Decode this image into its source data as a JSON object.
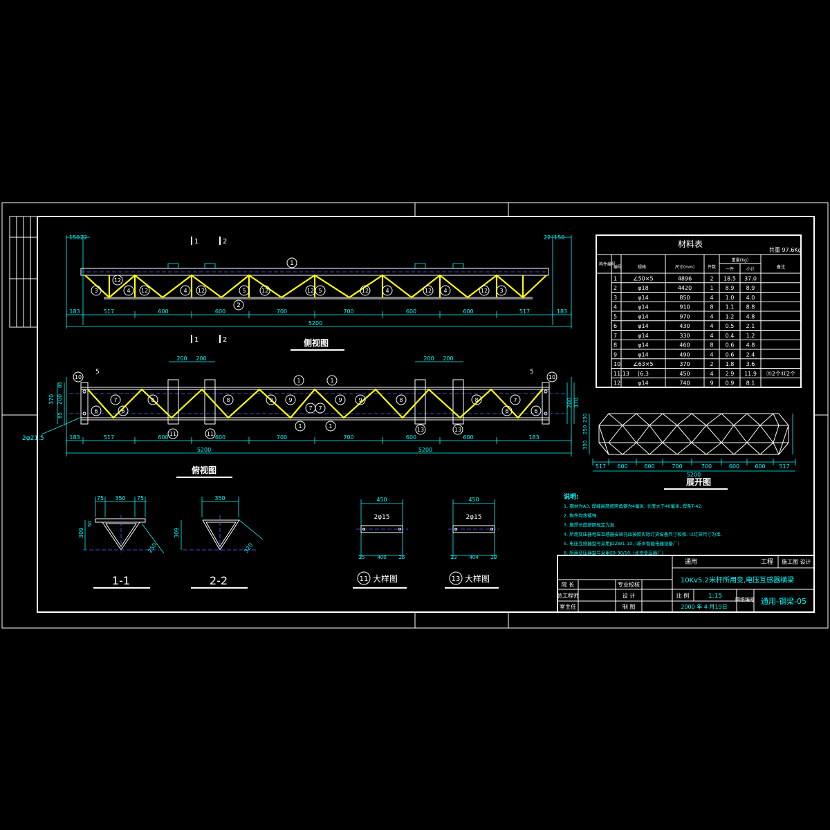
{
  "colors": {
    "background": "#000000",
    "line": "#ffffff",
    "dimension": "#00ffff",
    "member": "#ffff00",
    "centerline": "#4f6bff"
  },
  "side_view": {
    "title": "侧视图",
    "section_marks": [
      "1",
      "2",
      "1",
      "2"
    ],
    "left_top_dims": [
      "150",
      "22"
    ],
    "right_top_dims": [
      "22",
      "150"
    ],
    "dims": [
      "183",
      "517",
      "600",
      "600",
      "700",
      "700",
      "600",
      "600",
      "517",
      "183"
    ],
    "total": "5200",
    "bubbles": [
      "3",
      "12",
      "4",
      "12",
      "4",
      "12",
      "5",
      "12",
      "12",
      "5",
      "12",
      "4",
      "12",
      "4",
      "12",
      "3"
    ],
    "chord_top": "1",
    "chord_bottom": "2"
  },
  "plan_view": {
    "title": "俯视图",
    "dims": [
      "183",
      "517",
      "600",
      "600",
      "700",
      "700",
      "600",
      "600",
      "183"
    ],
    "totals": [
      "5200",
      "5200"
    ],
    "side_dims_left": [
      "370",
      "200",
      "85",
      "85"
    ],
    "side_dims_right": [
      "200",
      "370"
    ],
    "plate_dims": [
      "200",
      "200",
      "200",
      "200"
    ],
    "hole_note": "2φ21.5",
    "end_bubbles": [
      "10",
      "10"
    ],
    "end_marks": [
      "5",
      "5"
    ],
    "top_bubbles": [
      "1",
      "1"
    ],
    "bottom_bubbles": [
      "1",
      "1"
    ],
    "inner_bubbles": [
      "6",
      "7",
      "6",
      "8",
      "8",
      "9",
      "9",
      "7",
      "7",
      "9",
      "9",
      "8",
      "8",
      "7",
      "6",
      "6"
    ],
    "plate_bubbles": [
      "11",
      "11",
      "13",
      "13"
    ]
  },
  "unfold_view": {
    "title": "展开图",
    "side_dims": [
      "350",
      "250",
      "250"
    ],
    "dims": [
      "517",
      "600",
      "600",
      "700",
      "700",
      "600",
      "600",
      "517"
    ],
    "total": "5200"
  },
  "material_table": {
    "title": "材料表",
    "total_weight": "共重 97.6Kg",
    "headers": {
      "no": "编号",
      "spec": "规格",
      "length": "尺寸(mm)",
      "qty": "件数",
      "weight": "重量(Kg)",
      "one": "一件",
      "sum": "小计",
      "note": "备注",
      "member": "构件编号"
    },
    "rows": [
      [
        "1",
        "∠50×5",
        "4896",
        "2",
        "18.5",
        "37.0",
        ""
      ],
      [
        "2",
        "φ18",
        "4420",
        "1",
        "8.9",
        "8.9",
        ""
      ],
      [
        "3",
        "φ14",
        "850",
        "4",
        "1.0",
        "4.0",
        ""
      ],
      [
        "4",
        "φ14",
        "910",
        "8",
        "1.1",
        "8.8",
        ""
      ],
      [
        "5",
        "φ14",
        "970",
        "4",
        "1.2",
        "4.8",
        ""
      ],
      [
        "6",
        "φ14",
        "430",
        "4",
        "0.5",
        "2.1",
        ""
      ],
      [
        "7",
        "φ14",
        "330",
        "4",
        "0.4",
        "1.2",
        ""
      ],
      [
        "8",
        "φ14",
        "460",
        "8",
        "0.6",
        "4.8",
        ""
      ],
      [
        "9",
        "φ14",
        "490",
        "4",
        "0.6",
        "2.4",
        ""
      ],
      [
        "10",
        "∠63×5",
        "370",
        "2",
        "1.8",
        "3.6",
        ""
      ],
      [
        "11,13",
        "[6.3",
        "450",
        "4",
        "2.9",
        "11.9",
        "⑪2个⑬2个"
      ],
      [
        "12",
        "φ14",
        "740",
        "9",
        "0.9",
        "8.1",
        ""
      ]
    ]
  },
  "sections": [
    {
      "title": "1-1",
      "top_dims": [
        "75",
        "350",
        "75"
      ],
      "side_dims": [
        "309",
        "50"
      ],
      "diag": "250"
    },
    {
      "title": "2-2",
      "top_dims": [
        "350"
      ],
      "side_dims": [
        "309"
      ],
      "diag": "320"
    }
  ],
  "details": [
    {
      "title": "大样图",
      "bubble": "11",
      "top_dim": "450",
      "hole": "2φ15",
      "bottom_dims": [
        "25",
        "400",
        "25"
      ]
    },
    {
      "title": "大样图",
      "bubble": "13",
      "top_dim": "450",
      "hole": "2φ15",
      "bottom_dims": [
        "23",
        "404",
        "23"
      ]
    }
  ],
  "notes": {
    "title": "说明:",
    "items": [
      "1.  钢材为A3, 焊缝高度按照角钢为4毫米, 长度大于40毫米, 焊条T-42.",
      "2.  构件均热镀锌.",
      "3.  施焊长度按照规定为准.",
      "4.  所用变压器电压互感器安装孔应按照实际订货设备尺寸校核, 以订货尺寸为准.",
      "5.  电压互感器型号采用JDZW1-10, (新乡智能电器设备厂)",
      "6.  所用变压器型号采用S9-30/10, (北京变压器厂)"
    ]
  },
  "title_block": {
    "general": "通用",
    "project": "工程",
    "stage": "施工图 设计",
    "drawing_title": "10Kv5.2米杆所用变,电压互感器横梁",
    "roles": [
      [
        "院 长",
        "专业校核"
      ],
      [
        "总工程师",
        "设 计"
      ],
      [
        "室主任",
        "制 图"
      ]
    ],
    "scale_label": "比 例",
    "scale": "1:15",
    "date": "2000 年 4 月19日",
    "drawing_no_label": "图纸编号",
    "drawing_no": "通用-钢梁-05"
  }
}
